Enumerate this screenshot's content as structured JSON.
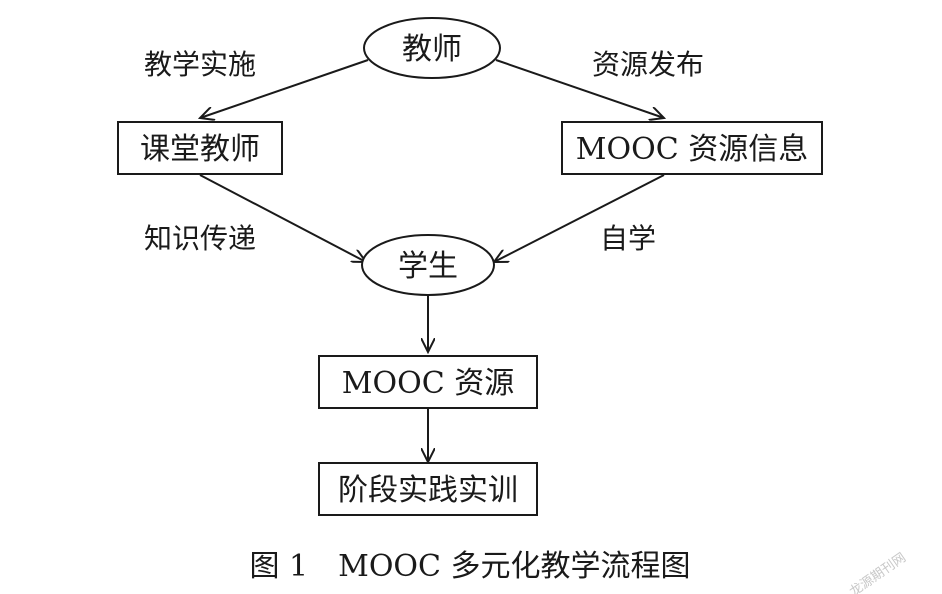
{
  "nodes": {
    "teacher": "教师",
    "classroom_teacher": "课堂教师",
    "mooc_resource_info": "MOOC 资源信息",
    "student": "学生",
    "mooc_resource": "MOOC 资源",
    "practice_training": "阶段实践实训"
  },
  "edges": {
    "teaching_implementation": "教学实施",
    "resource_release": "资源发布",
    "knowledge_transfer": "知识传递",
    "self_study": "自学"
  },
  "caption": "图 1　MOOC 多元化教学流程图",
  "watermark": "龙源期刊网",
  "colors": {
    "stroke": "#1a1a1a",
    "background": "#ffffff",
    "watermark": "#c8c8c8"
  }
}
